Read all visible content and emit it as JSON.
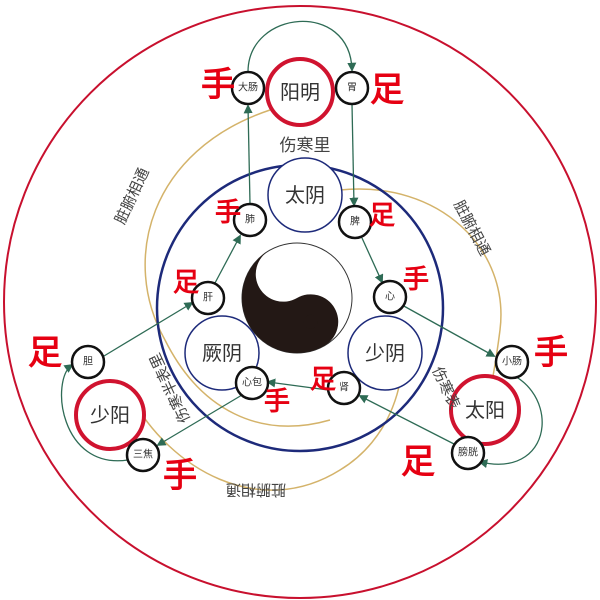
{
  "colors": {
    "outer": "#c8102e",
    "inner": "#1d2a7a",
    "arrow": "#2e6b55",
    "gold": "#d4b36a",
    "hand_foot": "#e60012"
  },
  "center_label": "伤寒里",
  "connect_label": "脏腑相通",
  "outer_label_right": "伤寒表",
  "outer_label_left": "伤寒半表里",
  "yin": {
    "taiyin": "太阴",
    "jueyin": "厥阴",
    "shaoyin": "少阴"
  },
  "yang": {
    "yangming": "阳明",
    "shaoyang": "少阳",
    "taiyang": "太阳"
  },
  "organs": {
    "large_intestine": "大肠",
    "stomach": "胃",
    "lung": "肺",
    "spleen": "脾",
    "liver": "肝",
    "heart": "心",
    "pericardium": "心包",
    "kidney": "肾",
    "gallbladder": "胆",
    "sanjiao": "三焦",
    "small_intestine": "小肠",
    "bladder": "膀胱"
  },
  "hand": "手",
  "foot": "足"
}
